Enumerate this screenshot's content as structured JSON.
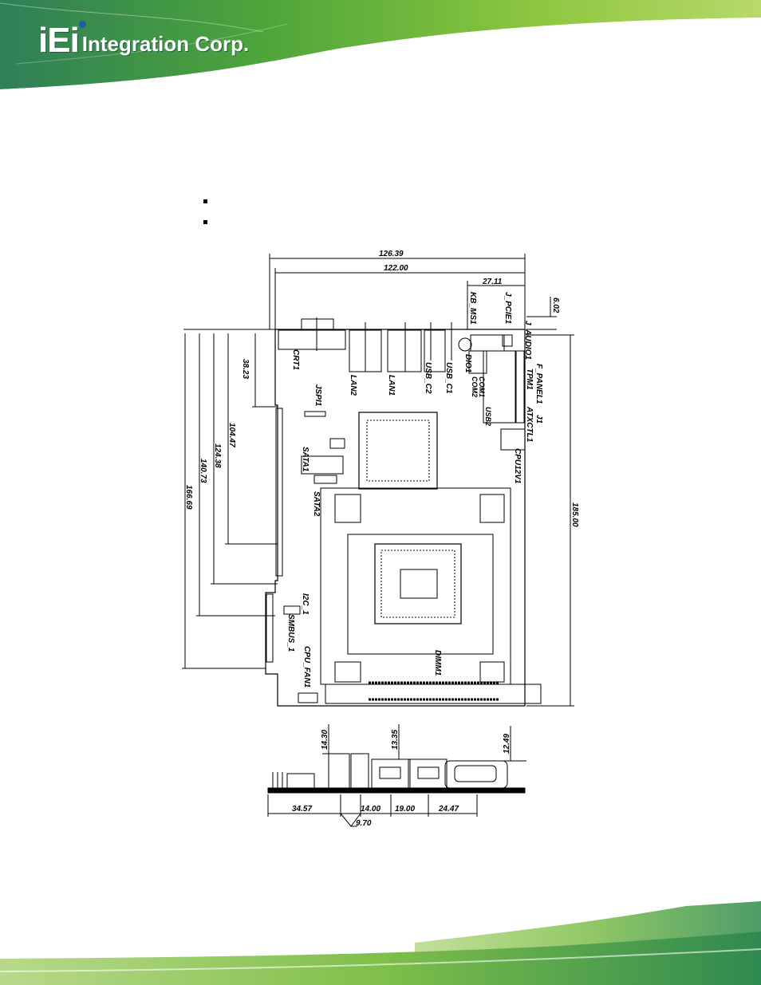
{
  "header": {
    "logo_mark": "iEi",
    "logo_text": "Integration Corp."
  },
  "figure": {
    "top_dims": [
      "126.39",
      "122.00",
      "27.11",
      "6.02"
    ],
    "left_dims": [
      "38.23",
      "104.47",
      "124.38",
      "140.73",
      "166.69"
    ],
    "right_dim": "185.00",
    "side_dims": [
      "14.30",
      "13.35",
      "12.49"
    ],
    "bottom_dims": [
      "34.57",
      "14.00",
      "19.00",
      "24.47",
      "9.70"
    ],
    "labels": {
      "crt1": "CRT1",
      "lan2": "LAN2",
      "lan1": "LAN1",
      "usb_c2": "USB_C2",
      "usb_c1": "USB_C1",
      "dio1": "DIO1",
      "com2": "COM2",
      "com1": "COM1",
      "usb2": "USB2",
      "kb_ms1": "KB_MS1",
      "j_pcie1": "J_PCIE1",
      "j_audio1": "J_AUDIO1",
      "f_panel1": "F_PANEL1",
      "tpm1": "TPM1",
      "j1": "J1",
      "atxctl1": "ATXCTL1",
      "cpu12v1": "CPU12V1",
      "jspi1": "JSPI1",
      "sata1": "SATA1",
      "sata2": "SATA2",
      "i2c1": "I2C_1",
      "smbus1": "SMBUS_1",
      "cpu_fan1": "CPU_FAN1",
      "dimm1": "DIMM1"
    }
  }
}
